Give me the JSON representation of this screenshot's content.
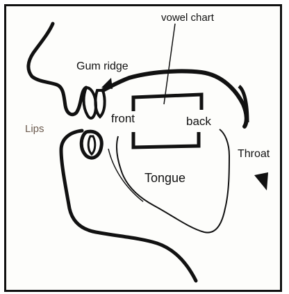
{
  "labels": {
    "vowel_chart": "vowel chart",
    "gum_ridge": "Gum ridge",
    "front": "front",
    "back": "back",
    "lips": "Lips",
    "throat": "Throat",
    "tongue": "Tongue"
  },
  "colors": {
    "ink": "#111111",
    "lips_label": "#6b5a4e",
    "frame": "#111111",
    "background": "#fdfdfb"
  }
}
